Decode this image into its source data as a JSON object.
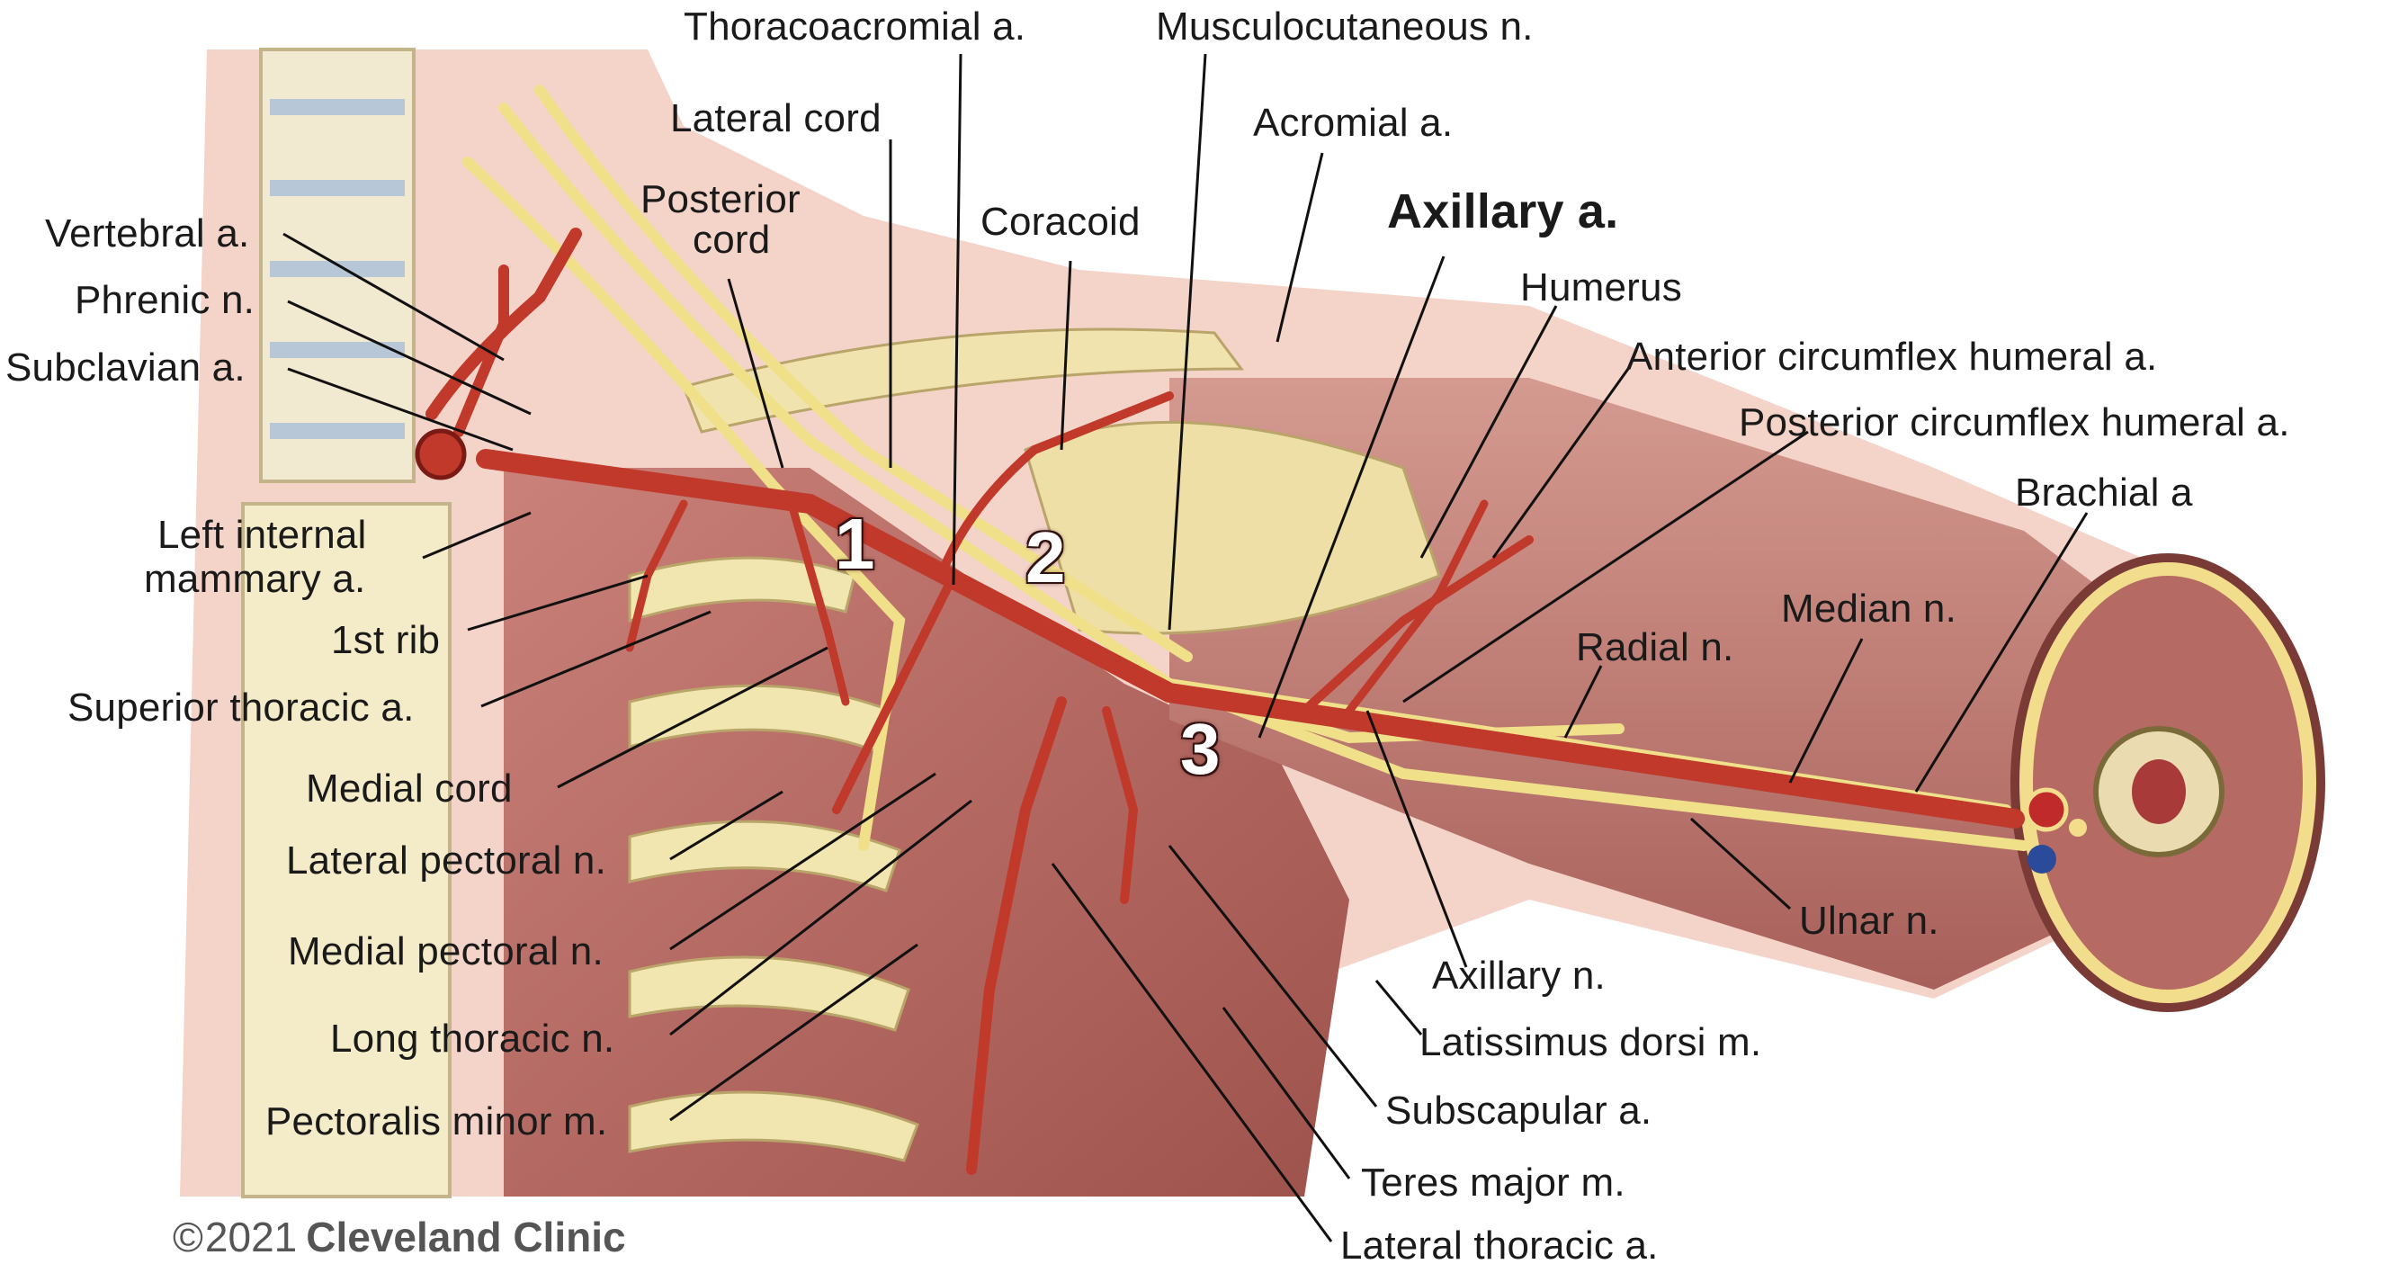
{
  "labels": {
    "thoracoacromial": "Thoracoacromial a.",
    "musculocutaneous": "Musculocutaneous n.",
    "lateral_cord": "Lateral cord",
    "acromial": "Acromial a.",
    "posterior_cord_1": "Posterior",
    "posterior_cord_2": "cord",
    "coracoid": "Coracoid",
    "axillary_a": "Axillary a.",
    "vertebral": "Vertebral a.",
    "phrenic": "Phrenic n.",
    "humerus": "Humerus",
    "subclavian": "Subclavian a.",
    "anterior_circumflex": "Anterior circumflex humeral a.",
    "posterior_circumflex": "Posterior circumflex humeral a.",
    "brachial": "Brachial a",
    "left_internal_1": "Left internal",
    "left_internal_2": "mammary  a.",
    "first_rib": "1st rib",
    "superior_thoracic": "Superior thoracic a.",
    "median": "Median n.",
    "radial": "Radial n.",
    "medial_cord": "Medial cord",
    "lateral_pectoral": "Lateral pectoral n.",
    "ulnar": "Ulnar n.",
    "medial_pectoral": "Medial pectoral n.",
    "axillary_n": "Axillary n.",
    "long_thoracic": "Long thoracic n.",
    "latissimus": "Latissimus dorsi m.",
    "pectoralis_minor": "Pectoralis minor m.",
    "subscapular": "Subscapular a.",
    "teres_major": "Teres major m.",
    "lateral_thoracic": "Lateral thoracic a."
  },
  "segments": {
    "one": "1",
    "two": "2",
    "three": "3"
  },
  "copyright": {
    "symbol": "©",
    "year": "2021",
    "brand": "Cleveland Clinic"
  },
  "colors": {
    "artery": "#c0392b",
    "nerve": "#f0e08a",
    "muscle": "#b86a63",
    "bone": "#efe6b8",
    "skin": "#f3cfc4"
  }
}
